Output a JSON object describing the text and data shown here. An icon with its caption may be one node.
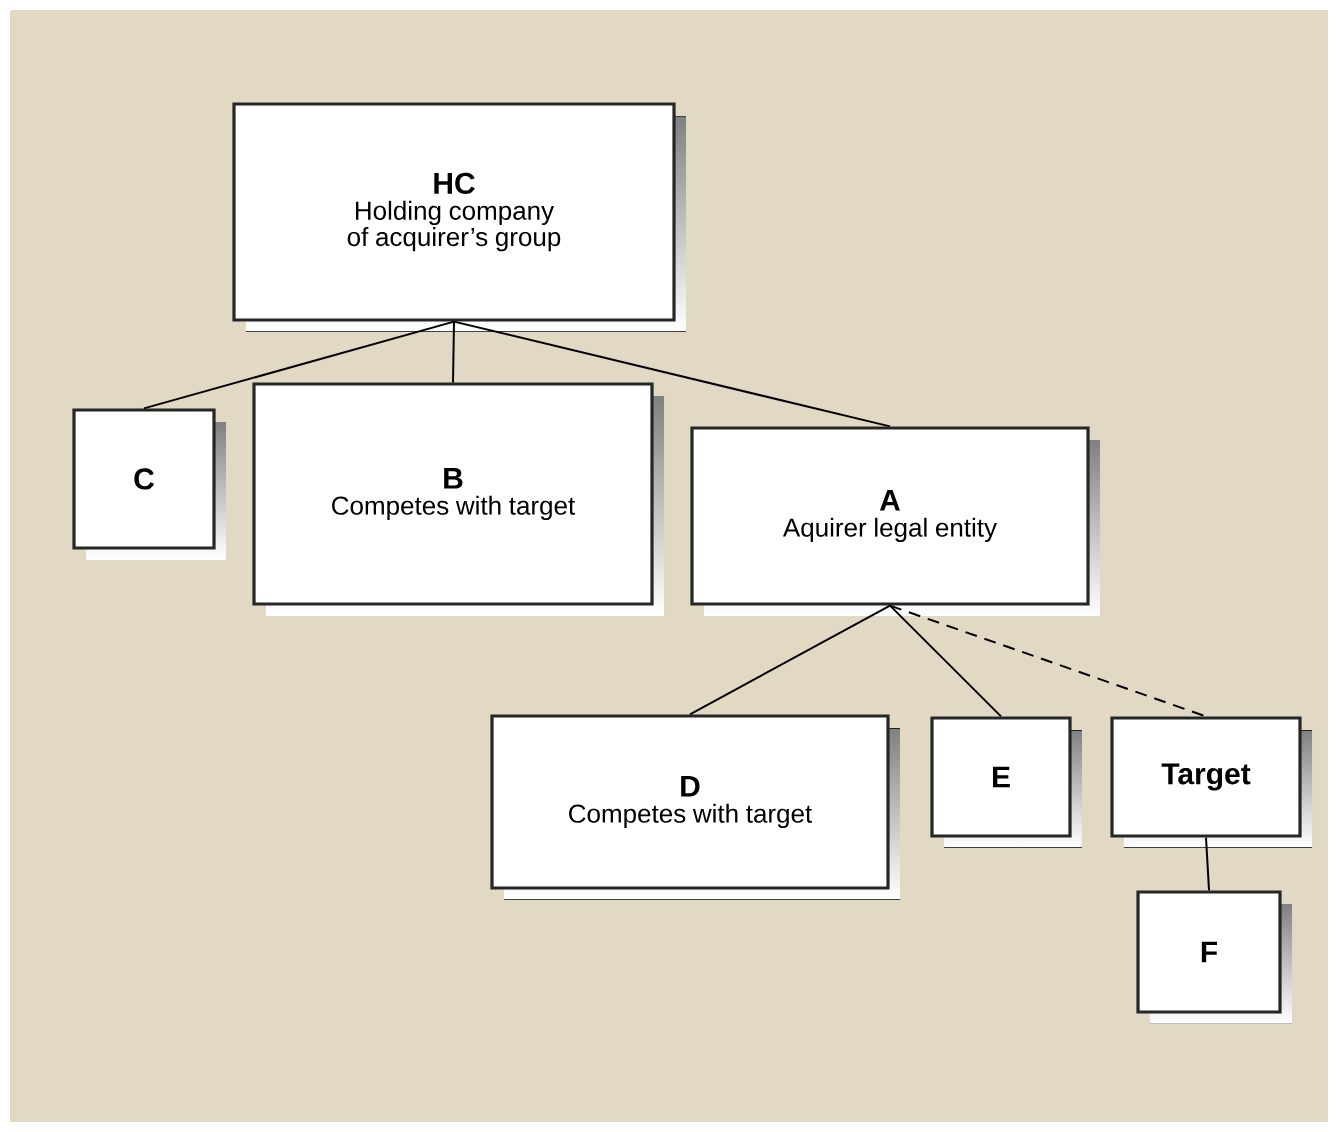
{
  "diagram": {
    "nodes": [
      {
        "text": [
          "HC",
          "Holding company of acquirer’s group"
        ]
      },
      {
        "text": [
          "C"
        ]
      },
      {
        "text": [
          "B",
          "Competes with target"
        ]
      },
      {
        "text": [
          "A",
          "Aquirer legal entity"
        ]
      },
      {
        "text": [
          "D",
          "Competes with target"
        ]
      },
      {
        "text": [
          "E"
        ]
      },
      {
        "text": [
          "Target"
        ]
      },
      {
        "text": [
          "F"
        ]
      }
    ],
    "edges": [
      {
        "from": 0,
        "to": 1,
        "arrow": "none"
      },
      {
        "from": 0,
        "to": 2,
        "arrow": "none"
      },
      {
        "from": 0,
        "to": 3,
        "arrow": "none"
      },
      {
        "from": 3,
        "to": 4,
        "arrow": "none"
      },
      {
        "from": 3,
        "to": 5,
        "arrow": "none"
      },
      {
        "from": 3,
        "to": 6,
        "arrow": "none",
        "style": "dashed"
      },
      {
        "from": 6,
        "to": 7,
        "arrow": "none"
      }
    ]
  }
}
